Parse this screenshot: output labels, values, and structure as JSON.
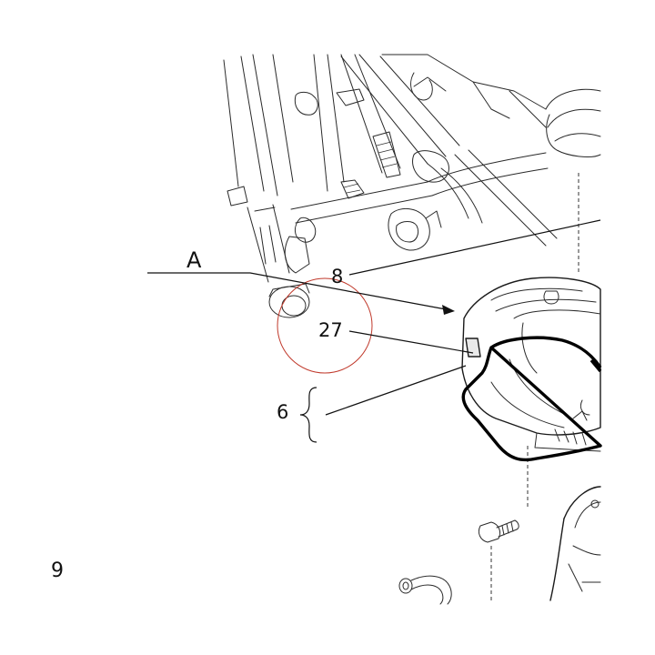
{
  "labels": {
    "view_letter": "A",
    "part_8": "8",
    "part_27": "27",
    "part_6": "6",
    "page_number": "9"
  },
  "colors": {
    "line_art": "#1a1a1a",
    "highlight_circle": "#c0392b",
    "background": "#ffffff"
  }
}
